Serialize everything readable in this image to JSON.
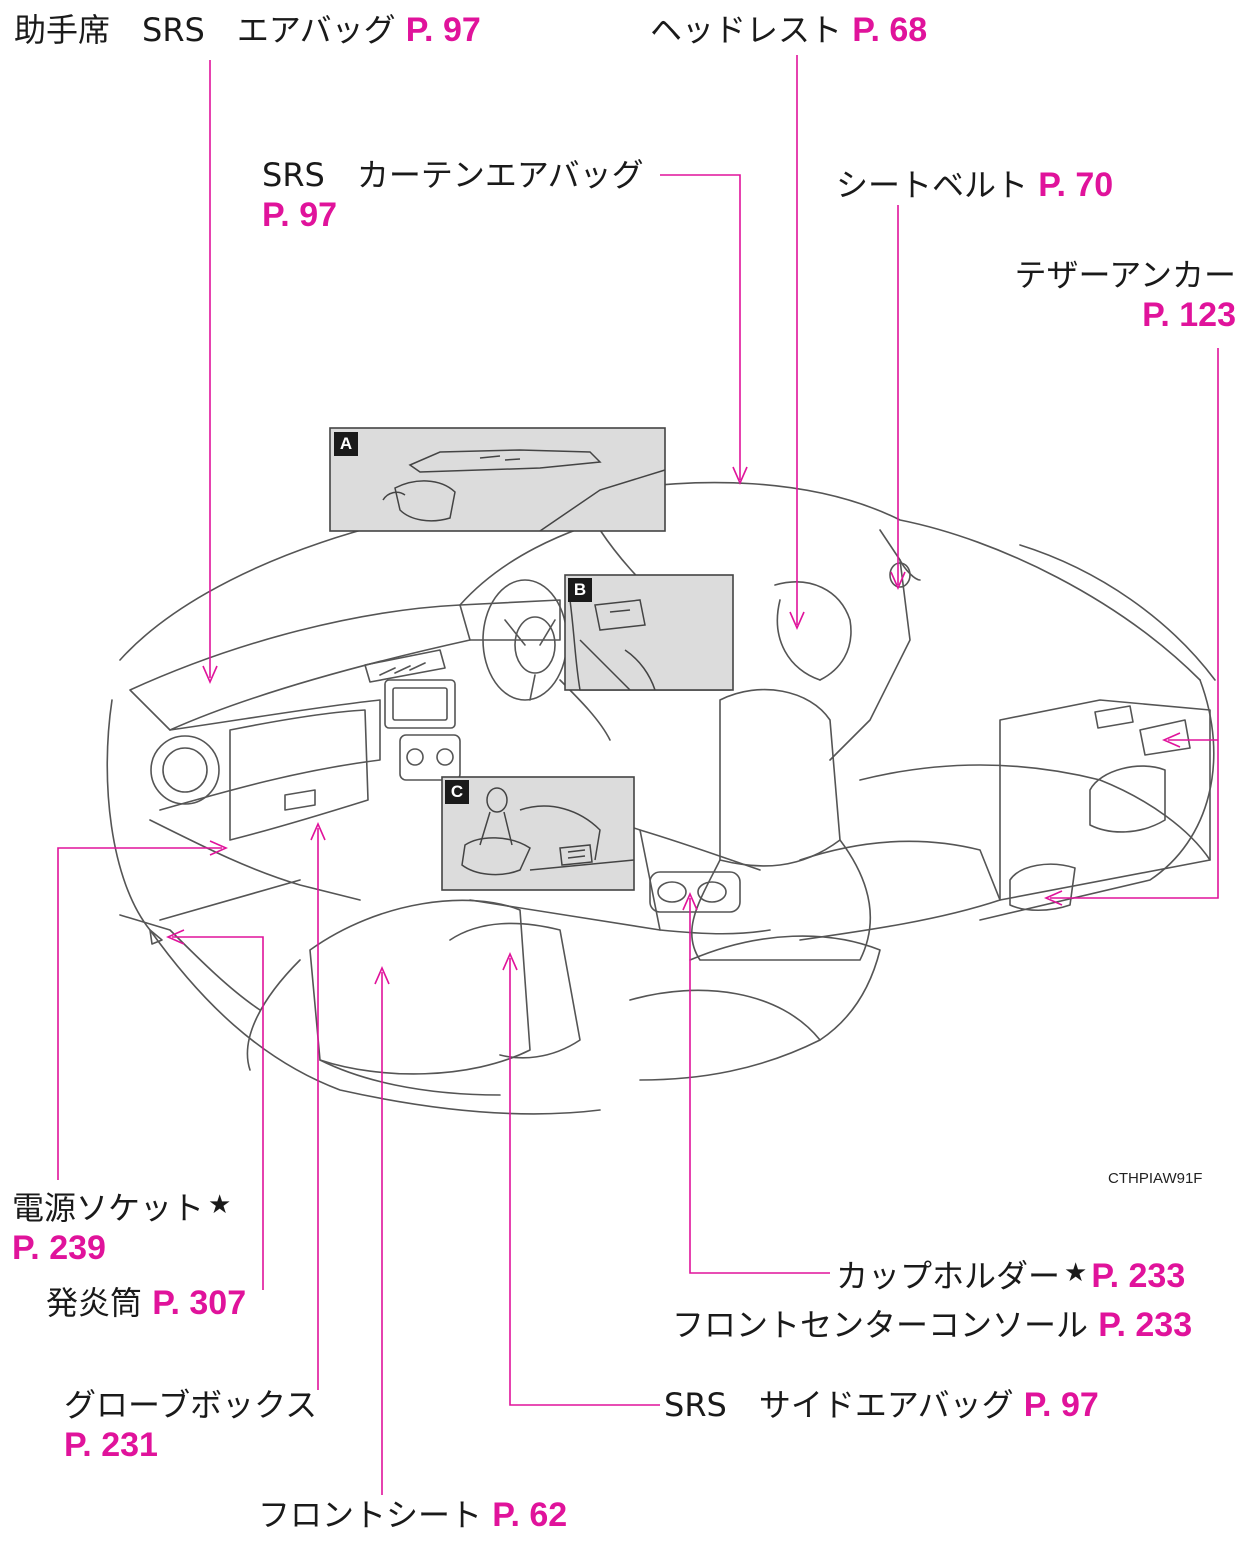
{
  "figure_code": "CTHPIAW91F",
  "insets": [
    {
      "id": "inset-a",
      "tag": "A"
    },
    {
      "id": "inset-b",
      "tag": "B"
    },
    {
      "id": "inset-c",
      "tag": "C"
    }
  ],
  "callouts": {
    "passenger_airbag": {
      "label": "助手席　SRS　エアバッグ",
      "page": "P. 97"
    },
    "headrest": {
      "label": "ヘッドレスト",
      "page": "P. 68"
    },
    "curtain_airbag": {
      "label": "SRS　カーテンエアバッグ",
      "page": "P. 97"
    },
    "seatbelt": {
      "label": "シートベルト",
      "page": "P. 70"
    },
    "tether_anchor": {
      "label": "テザーアンカー",
      "page": "P. 123"
    },
    "power_socket": {
      "label": "電源ソケット",
      "star": "★",
      "page": "P. 239"
    },
    "flare": {
      "label": "発炎筒",
      "page": "P. 307"
    },
    "cup_holder": {
      "label": "カップホルダー",
      "star": "★",
      "page": "P. 233"
    },
    "front_console": {
      "label": "フロントセンターコンソール",
      "page": "P. 233"
    },
    "glove_box": {
      "label": "グローブボックス",
      "page": "P. 231"
    },
    "side_airbag": {
      "label": "SRS　サイドエアバッグ",
      "page": "P. 97"
    },
    "front_seat": {
      "label": "フロントシート",
      "page": "P. 62"
    }
  },
  "colors": {
    "accent": "#e0139b",
    "line_art": "#555555",
    "inset_fill": "#dcdcdc"
  }
}
